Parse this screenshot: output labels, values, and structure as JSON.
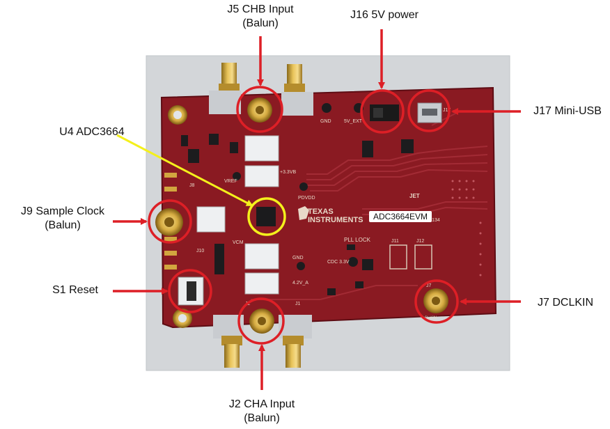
{
  "callouts": {
    "j5": {
      "line1": "J5 CHB Input",
      "line2": "(Balun)"
    },
    "j16": {
      "line1": "J16 5V power"
    },
    "u4": {
      "line1": "U4 ADC3664"
    },
    "j17": {
      "line1": "J17 Mini-USB"
    },
    "j9": {
      "line1": "J9 Sample Clock",
      "line2": "(Balun)"
    },
    "s1": {
      "line1": "S1 Reset"
    },
    "j7": {
      "line1": "J7 DCLKIN"
    },
    "j2": {
      "line1": "J2 CHA Input",
      "line2": "(Balun)"
    }
  },
  "board": {
    "model_tag": "ADC3664EVM",
    "silkscreen": {
      "brand_line1": "TEXAS",
      "brand_line2": "INSTRUMENTS",
      "pll_lock": "PLL LOCK",
      "vref": "VREF",
      "vcm": "VCM",
      "gnd": "GND",
      "gnd2": "GND",
      "v5_ext": "5V_EXT",
      "v33": "+3.3VB",
      "pdvd": "PDVDD",
      "cdc": "CDC 3.3V",
      "v42a": "4.2V_A",
      "j8": "J8",
      "j10": "J10",
      "j11": "J11",
      "j12": "J12",
      "j17": "J17",
      "j7": "J7",
      "dclk": "DCLKIN",
      "cdc134": "DC134",
      "j2": "J2",
      "j1": "J1",
      "jet": "JET"
    }
  },
  "colors": {
    "arrow": "#dd1f26",
    "u4_arrow": "#f4f01c",
    "pcb": "#8a1a22",
    "pcb_dark": "#5e0d14"
  }
}
